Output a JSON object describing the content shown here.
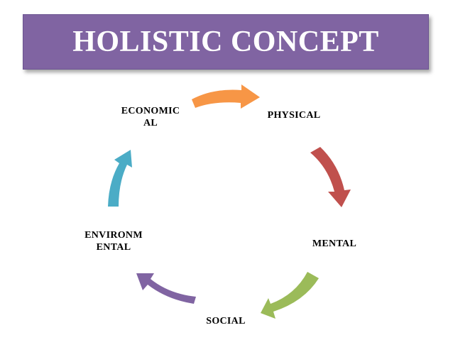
{
  "title": "HOLISTIC CONCEPT",
  "nodes": {
    "physical": "PHYSICAL",
    "mental": "MENTAL",
    "social": "SOCIAL",
    "environmental_line1": "ENVIRONM",
    "environmental_line2": "ENTAL",
    "economical_line1": "ECONOMIC",
    "economical_line2": "AL"
  },
  "colors": {
    "title_bg": "#8064a2",
    "title_text": "#ffffff",
    "arrow_economical_to_physical": "#f79646",
    "arrow_physical_to_mental": "#c0504d",
    "arrow_mental_to_social": "#9bbb59",
    "arrow_social_to_environmental": "#8064a2",
    "arrow_environmental_to_economical": "#4bacc6"
  }
}
